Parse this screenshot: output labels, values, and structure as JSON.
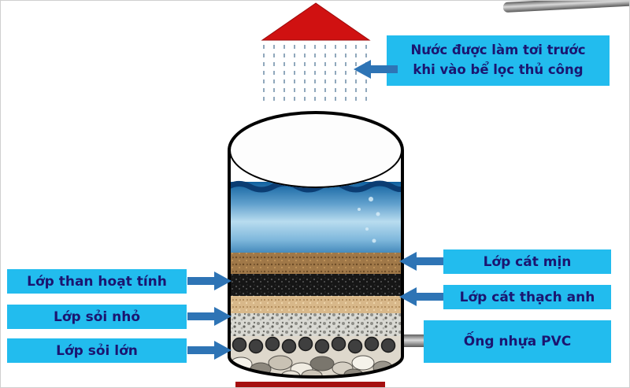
{
  "note": {
    "line1": "Nước được làm tơi trước",
    "line2": "khi vào bể lọc thủ công"
  },
  "labels": {
    "left": [
      {
        "text": "Lớp than hoạt tính"
      },
      {
        "text": "Lớp sỏi nhỏ"
      },
      {
        "text": "Lớp sỏi lớn"
      }
    ],
    "right": [
      {
        "text": "Lớp cát mịn"
      },
      {
        "text": "Lớp cát thạch anh"
      },
      {
        "text": "Ống nhựa PVC"
      }
    ]
  },
  "colors": {
    "label_bg": "#22bcee",
    "label_text": "#1b1570",
    "arrow": "#2e74b5",
    "spray_red": "#d01111",
    "red_base": "#a50f0f",
    "sand_fine": "#a07848",
    "carbon": "#161616",
    "quartz_sand": "#d8b88a",
    "gravel_small": "#d9d9d3",
    "pebble_base": "#ded8cc"
  }
}
